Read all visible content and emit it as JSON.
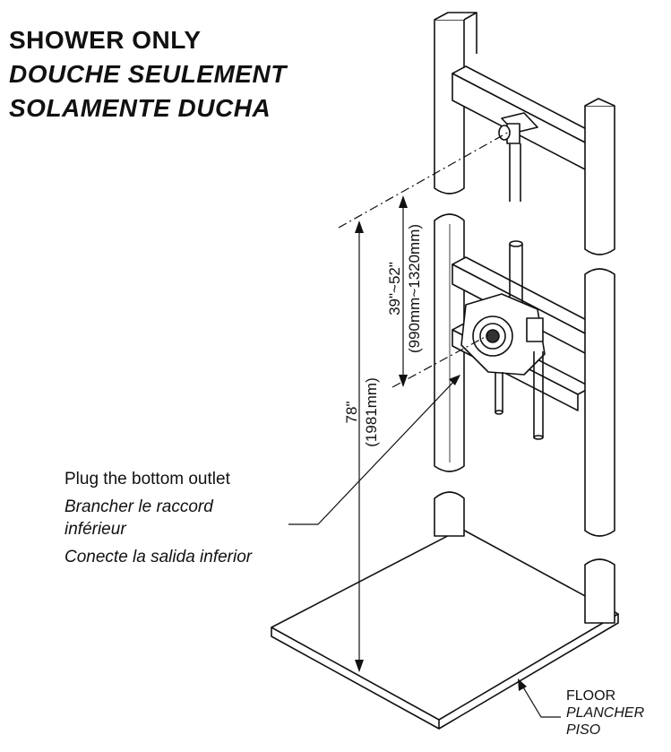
{
  "title": {
    "en": "SHOWER ONLY",
    "fr": "DOUCHE SEULEMENT",
    "es": "SOLAMENTE DUCHA"
  },
  "callout": {
    "en": "Plug the bottom outlet",
    "fr_line1": "Brancher le raccord",
    "fr_line2": "inférieur",
    "es": "Conecte la salida inferior"
  },
  "floor": {
    "en": "FLOOR",
    "fr": "PLANCHER",
    "es": "PISO"
  },
  "dimensions": {
    "height_in": "78\"",
    "height_mm": "(1981mm)",
    "range_in": "39\"~52\"",
    "range_mm": "(990mm~1320mm)"
  }
}
